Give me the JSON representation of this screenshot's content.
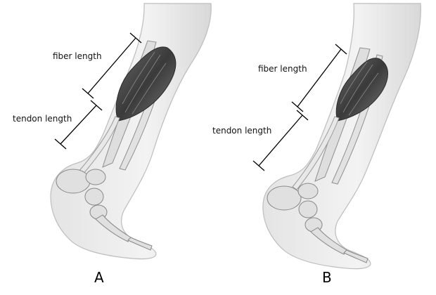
{
  "panels": [
    {
      "letter": "A",
      "fiber_label": "fiber length",
      "tendon_label": "tendon length"
    },
    {
      "letter": "B",
      "fiber_label": "fiber length",
      "tendon_label": "tendon length"
    }
  ],
  "colors": {
    "skin": "#eeeeee",
    "skin_edge": "#b8b8b8",
    "bone": "#dcdcdc",
    "bone_edge": "#8a8a8a",
    "muscle": "#555555",
    "muscle_dark": "#2e2e2e",
    "line": "#000000"
  }
}
